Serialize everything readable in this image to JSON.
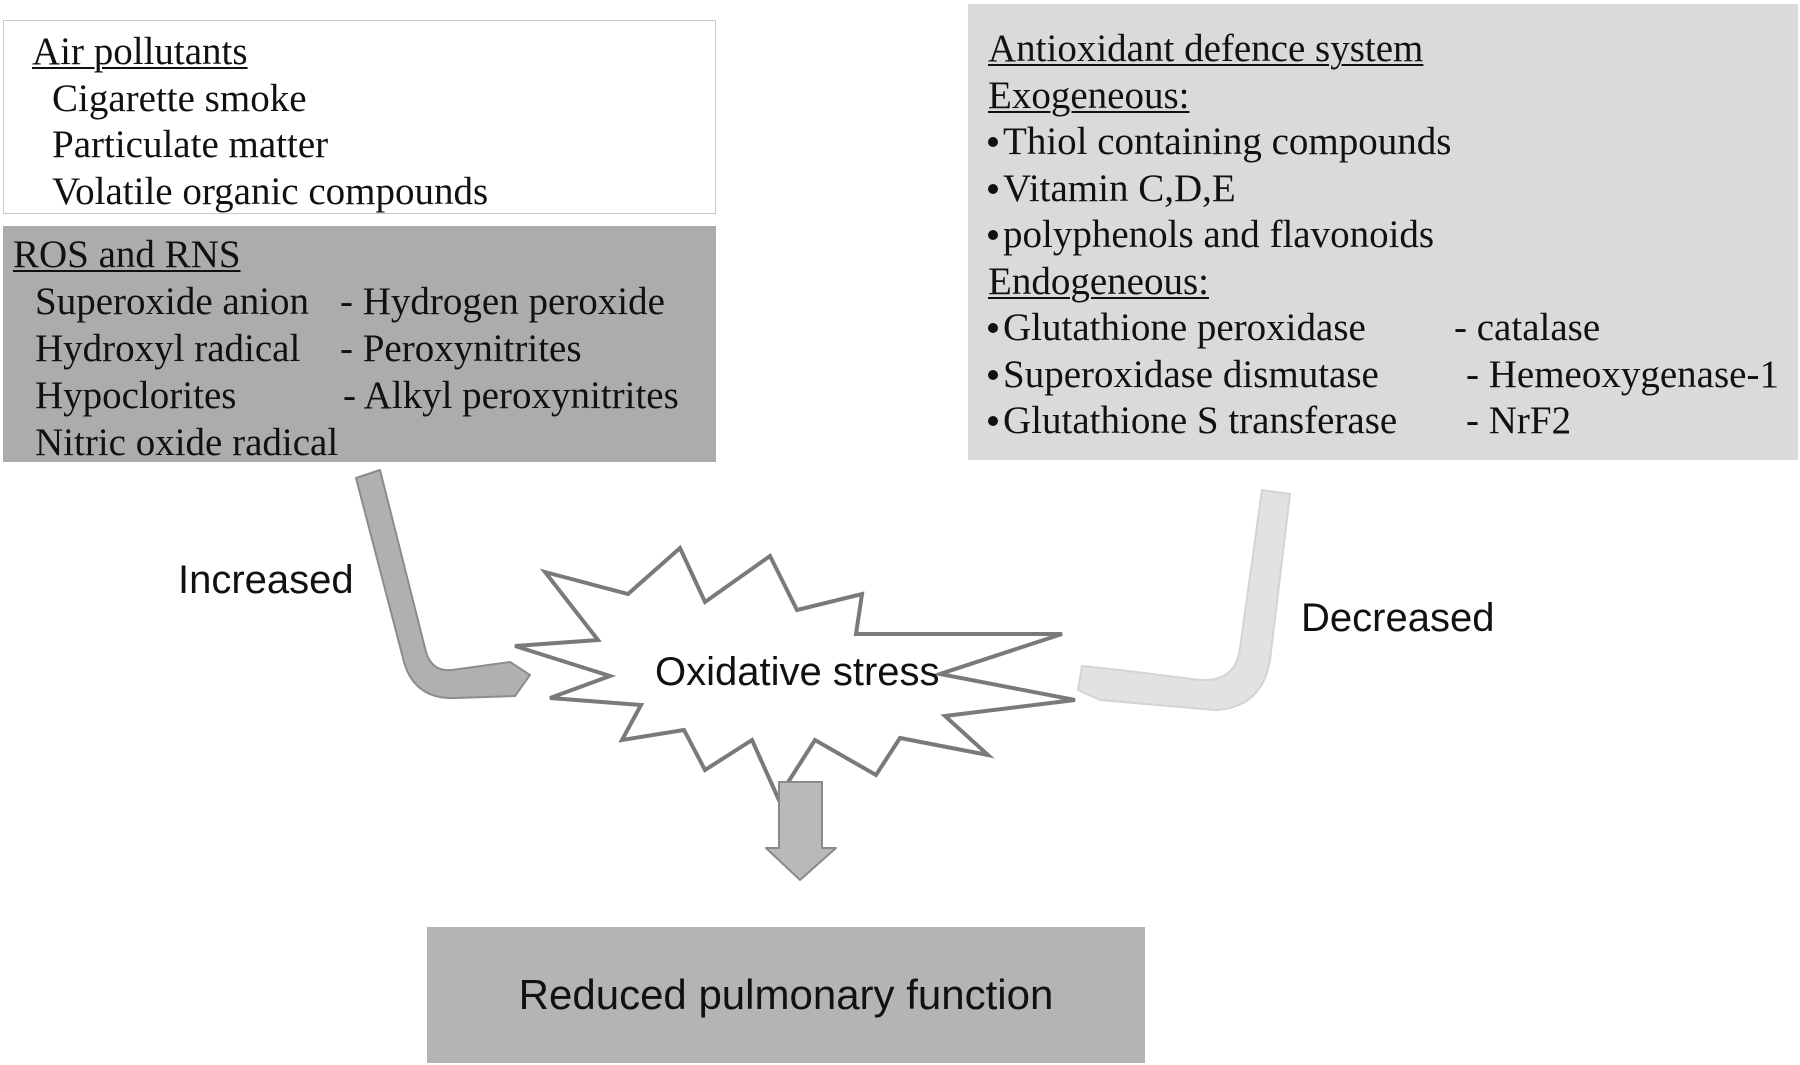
{
  "pollutants": {
    "title": "Air pollutants",
    "items": [
      "Cigarette smoke",
      "Particulate matter",
      "Volatile organic compounds"
    ]
  },
  "ros": {
    "title": "ROS and RNS",
    "rows": [
      {
        "left": "Superoxide anion",
        "right": "- Hydrogen peroxide"
      },
      {
        "left": "Hydroxyl radical",
        "right": "- Peroxynitrites"
      },
      {
        "left": "Hypoclorites",
        "right": "- Alkyl peroxynitrites"
      },
      {
        "left": "Nitric oxide radical",
        "right": ""
      }
    ]
  },
  "antioxidant": {
    "title": "Antioxidant defence system",
    "exo_heading": "Exogeneous:",
    "exo_items": [
      "Thiol containing compounds",
      "Vitamin C,D,E",
      "polyphenols and flavonoids"
    ],
    "endo_heading": "Endogeneous:",
    "endo_rows": [
      {
        "left": "Glutathione peroxidase",
        "right": "- catalase"
      },
      {
        "left": "Superoxidase dismutase",
        "right": "- Hemeoxygenase-1"
      },
      {
        "left": "Glutathione S transferase",
        "right": "- NrF2"
      }
    ]
  },
  "labels": {
    "increased": "Increased",
    "decreased": "Decreased",
    "center": "Oxidative stress"
  },
  "result": {
    "label": "Reduced pulmonary function"
  },
  "colors": {
    "ros_bg": "#acacac",
    "antiox_bg": "#dadada",
    "result_bg": "#b4b4b4",
    "arrow_dark": "#b0b0b0",
    "arrow_light": "#e2e2e2",
    "star_stroke": "#7a7a7a"
  }
}
